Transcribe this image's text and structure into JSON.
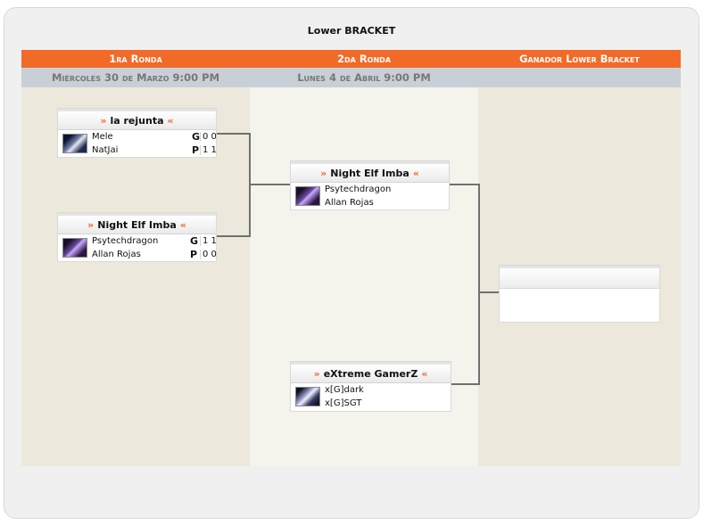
{
  "title": "Lower BRACKET",
  "columns": [
    {
      "label": "1ra Ronda",
      "date": "Miércoles 30 de Marzo 9:00 PM"
    },
    {
      "label": "2da Ronda",
      "date": "Lunes 4 de Abril 9:00 PM"
    },
    {
      "label": "Ganador Lower Bracket",
      "date": ""
    }
  ],
  "icons": {
    "arrow_left": "»",
    "arrow_right": "«"
  },
  "colors": {
    "accent": "#f26a27",
    "date_bar": "#c9cfd6"
  },
  "matches": [
    {
      "team": "la rejunta",
      "players": [
        "Mele",
        "NatJai"
      ],
      "results": [
        "G",
        "P"
      ],
      "scores": [
        "0 0",
        "1 1"
      ]
    },
    {
      "team": "Night Elf Imba",
      "players": [
        "Psytechdragon",
        "Allan Rojas"
      ],
      "results": [
        "G",
        "P"
      ],
      "scores": [
        "1 1",
        "0 0"
      ]
    },
    {
      "team": "Night Elf Imba",
      "players": [
        "Psytechdragon",
        "Allan Rojas"
      ]
    },
    {
      "team": "eXtreme GamerZ",
      "players": [
        "x[G]dark",
        "x[G]SGT"
      ]
    }
  ]
}
